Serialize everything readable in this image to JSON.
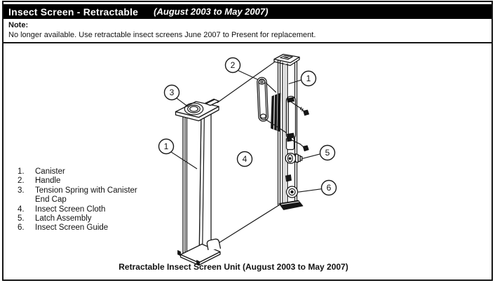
{
  "header": {
    "title": "Insect Screen - Retractable",
    "subtitle": "(August 2003 to May 2007)"
  },
  "note": {
    "label": "Note:",
    "text": "No longer available. Use retractable insect screens June 2007 to Present for replacement."
  },
  "parts_list": [
    {
      "num": "1.",
      "label": "Canister"
    },
    {
      "num": "2.",
      "label": "Handle"
    },
    {
      "num": "3.",
      "label": "Tension Spring with Canister\nEnd Cap"
    },
    {
      "num": "4.",
      "label": "Insect Screen Cloth"
    },
    {
      "num": "5.",
      "label": "Latch Assembly"
    },
    {
      "num": "6.",
      "label": "Insect Screen Guide"
    }
  ],
  "diagram": {
    "callouts": [
      {
        "id": "canister-left",
        "label": "1"
      },
      {
        "id": "frame-right",
        "label": "1"
      },
      {
        "id": "handle",
        "label": "2"
      },
      {
        "id": "tension-spring-end-cap",
        "label": "3"
      },
      {
        "id": "insect-screen-cloth",
        "label": "4"
      },
      {
        "id": "latch-assembly",
        "label": "5"
      },
      {
        "id": "insect-screen-guide",
        "label": "6"
      }
    ]
  },
  "caption": "Retractable Insect Screen Unit (August 2003 to May 2007)",
  "colors": {
    "header_bg": "#000000",
    "header_text": "#ffffff",
    "line_art": "#1a1a1a",
    "paper": "#ffffff"
  }
}
